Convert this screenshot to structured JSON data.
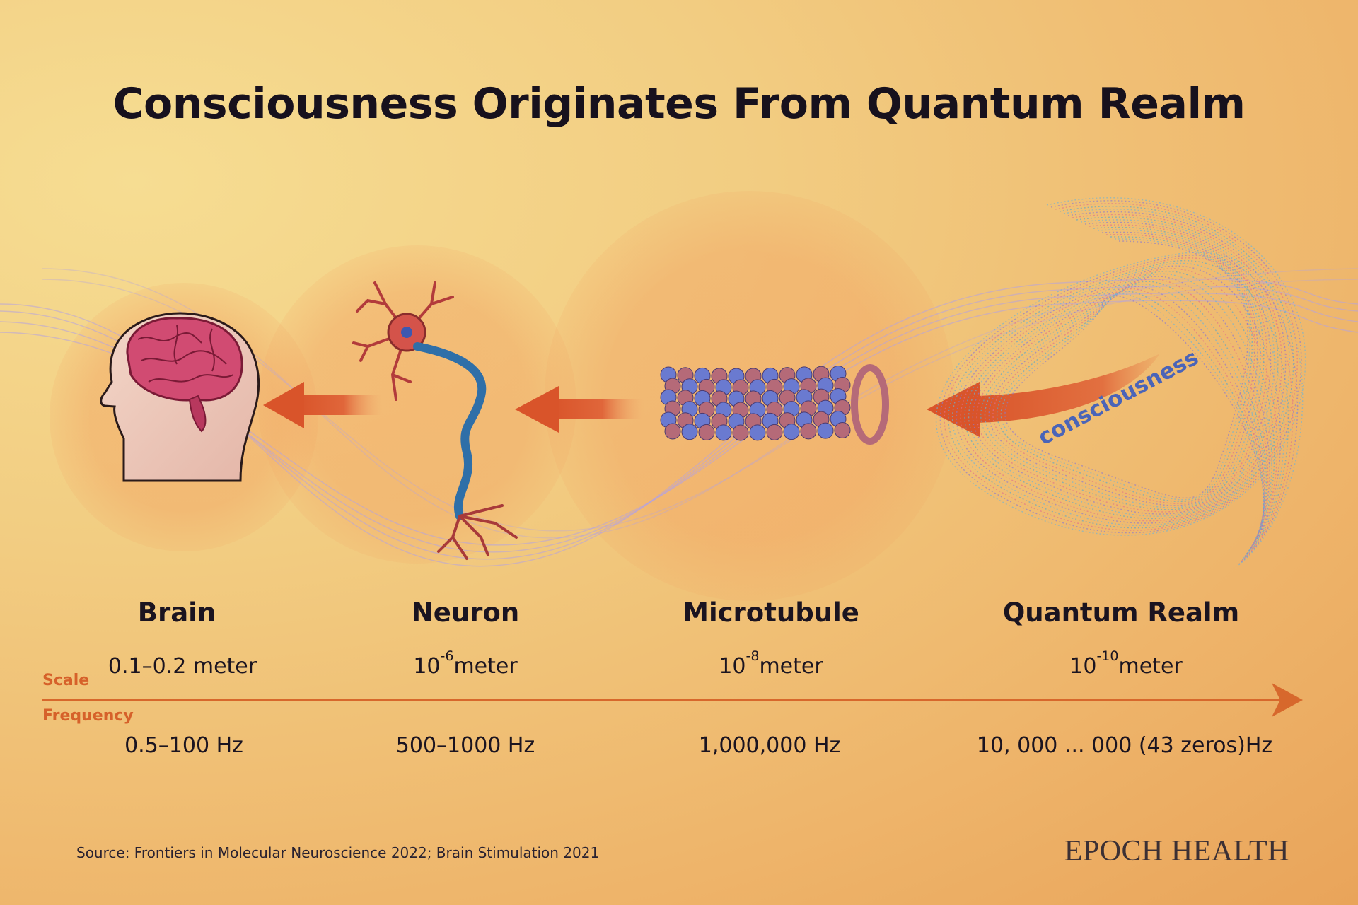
{
  "title": "Consciousness Originates From Quantum Realm",
  "stages": [
    {
      "name": "Brain",
      "scale": "0.1–0.2 meter",
      "frequency": "0.5–100 Hz"
    },
    {
      "name": "Neuron",
      "scale_base": "10",
      "scale_exp": "-6",
      "scale_unit": "meter",
      "frequency": "500–1000 Hz"
    },
    {
      "name": "Microtubule",
      "scale_base": "10",
      "scale_exp": "-8",
      "scale_unit": "meter",
      "frequency": "1,000,000 Hz"
    },
    {
      "name": "Quantum Realm",
      "scale_base": "10",
      "scale_exp": "-10",
      "scale_unit": "meter",
      "frequency": "10, 000 ... 000 (43 zeros)Hz"
    }
  ],
  "axis": {
    "scale_label": "Scale",
    "frequency_label": "Frequency"
  },
  "consciousness_label": "consciousness",
  "source": "Source: Frontiers in Molecular Neuroscience 2022; Brain Stimulation 2021",
  "brand": "EPOCH HEALTH",
  "colors": {
    "arrow": "#d9542a",
    "axis": "#d7682c",
    "accent_text": "#4a64b8"
  },
  "icons": [
    "brain-head-icon",
    "neuron-icon",
    "microtubule-icon",
    "quantum-wave-icon"
  ]
}
